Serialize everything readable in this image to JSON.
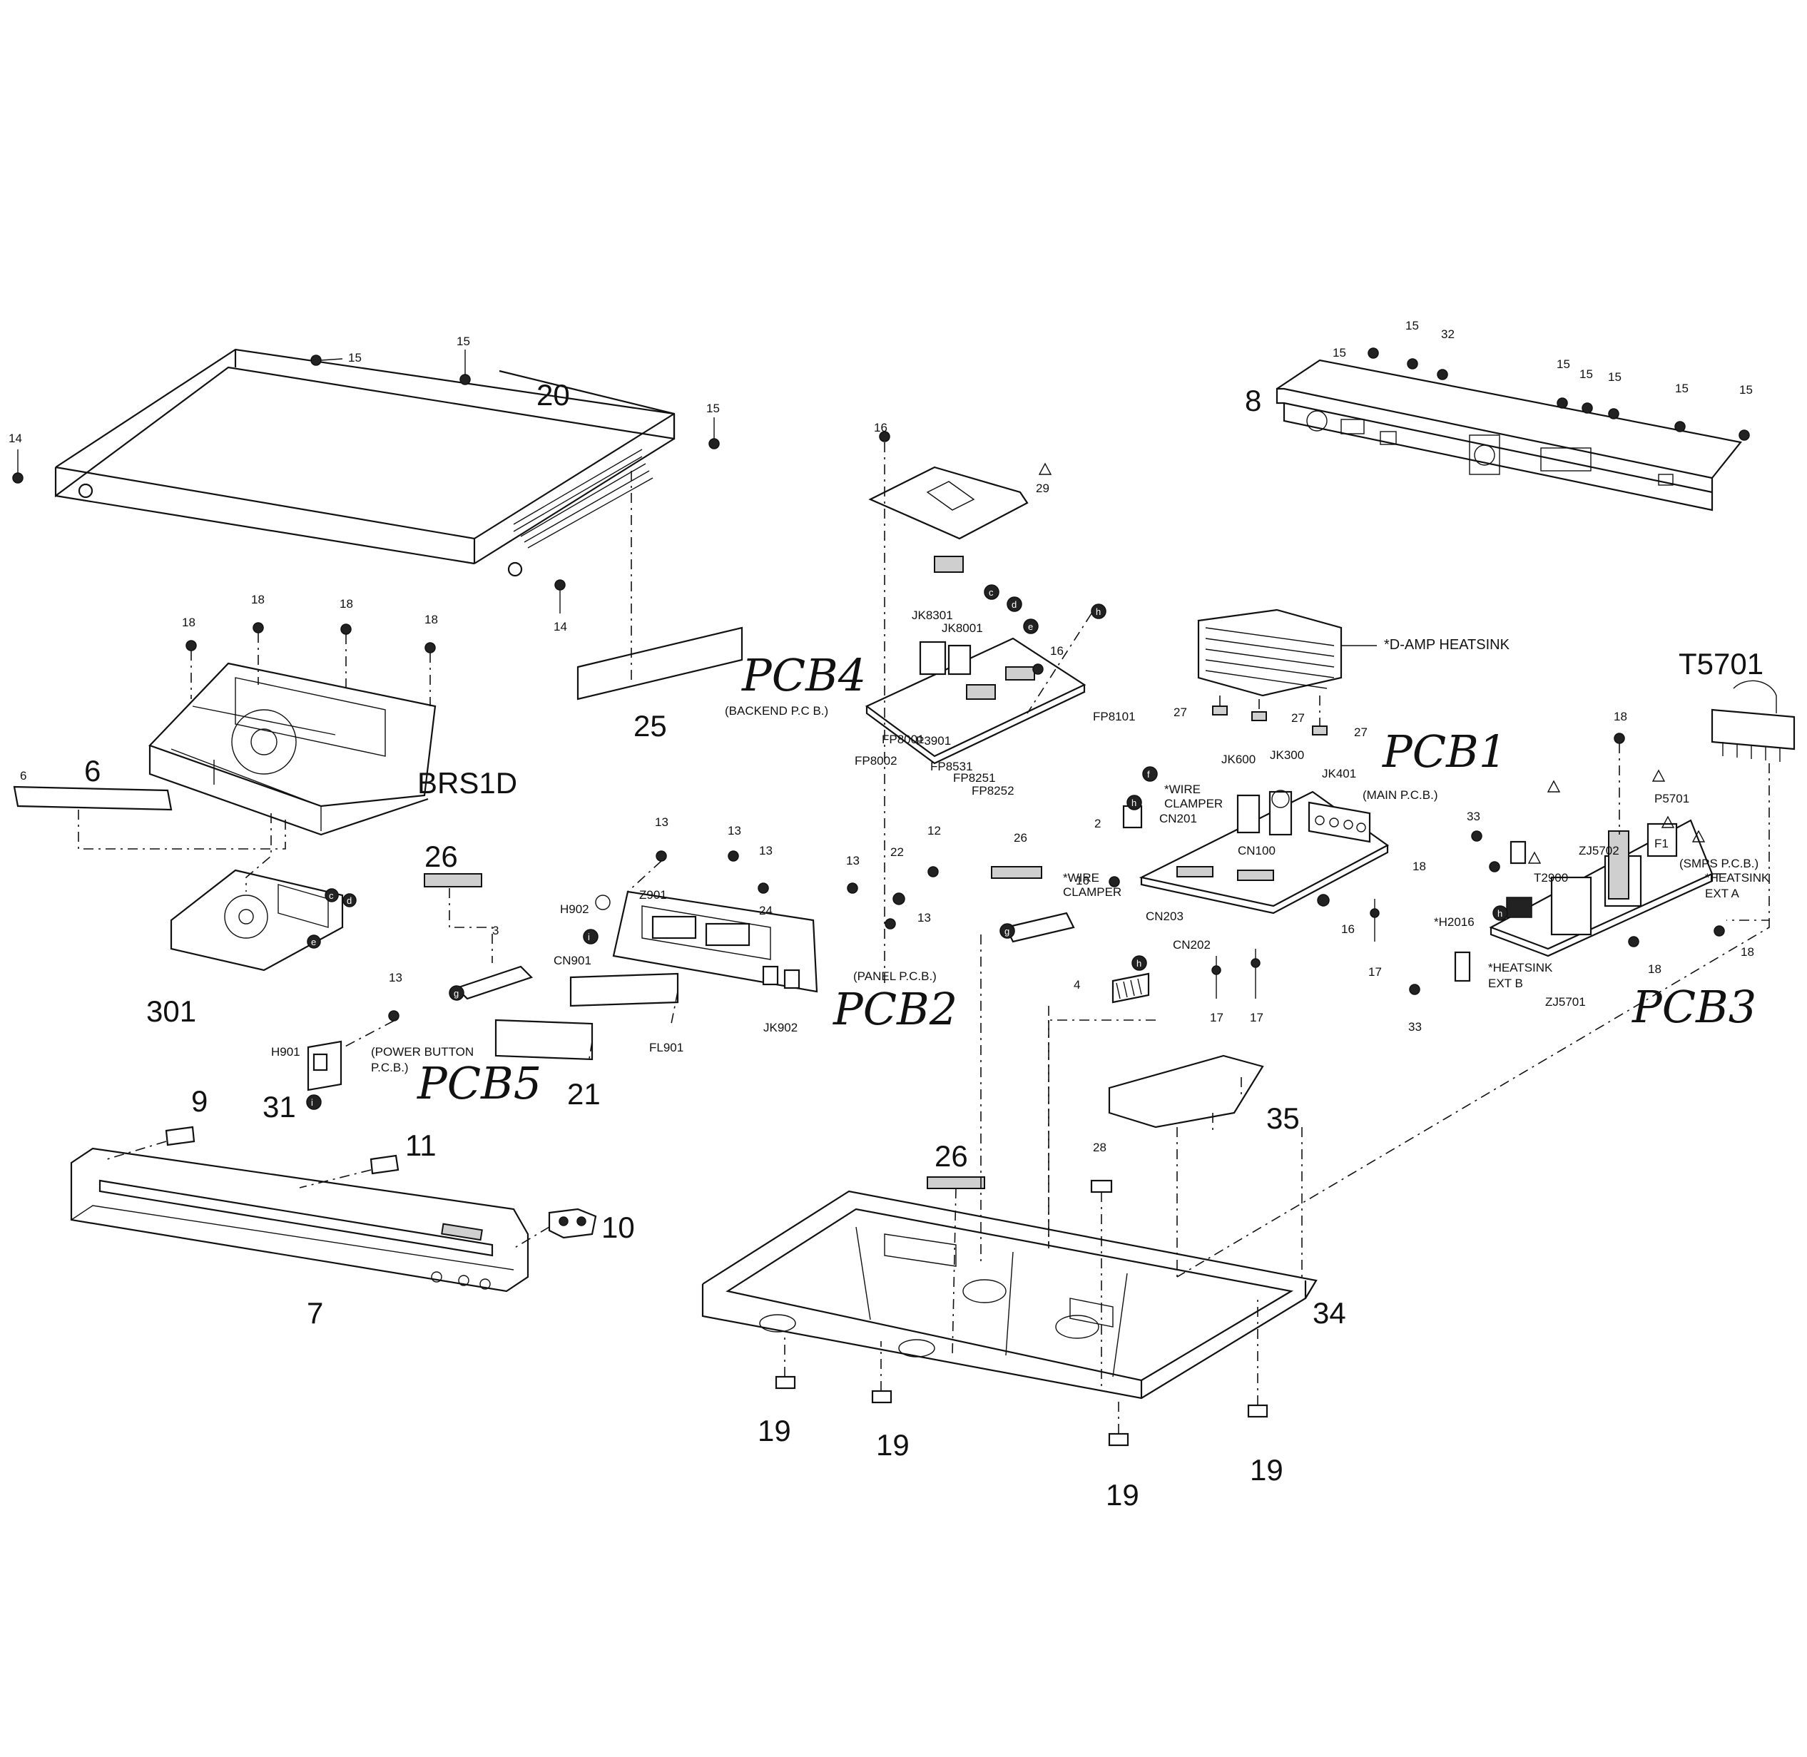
{
  "labels": {
    "top_cover": "20",
    "backend_bracket": "29",
    "rear_panel": "8",
    "heat_sink_caption": "*D-AMP HEATSINK",
    "transformer": "T5701",
    "pcb4": "PCB4",
    "pcb1": "PCB1",
    "pcb2": "PCB2",
    "pcb3": "PCB3",
    "pcb5": "PCB5",
    "brs1d": "BRS1D",
    "n25": "25",
    "n6": "6",
    "n6s": "6",
    "n301": "301",
    "n26a": "26",
    "n26b": "26",
    "n26c": "26",
    "n21": "21",
    "n9": "9",
    "n11": "11",
    "n10": "10",
    "n7": "7",
    "n31": "31",
    "n35": "35",
    "n28": "28",
    "n34": "34",
    "n19a": "19",
    "n19b": "19",
    "n19c": "19",
    "n19d": "19",
    "backend_pcb": "(BACKEND P.C B.)",
    "main_pcb": "(MAIN P.C.B.)",
    "panel_pcb": "(PANEL P.C.B.)",
    "smps_pcb": "(SMPS P.C.B.)",
    "power_button_1": "(POWER BUTTON",
    "power_button_2": "P.C.B.)",
    "wire_clamper_1a": "*WIRE",
    "wire_clamper_1b": "CLAMPER",
    "wire_clamper_2a": "*WIRE",
    "wire_clamper_2b": "CLAMPER",
    "heatsink_ext_a_1": "*HEATSINK",
    "heatsink_ext_a_2": "EXT A",
    "heatsink_ext_b_1": "*HEATSINK",
    "heatsink_ext_b_2": "EXT B",
    "jk8301": "JK8301",
    "jk8001": "JK8001",
    "fp8001": "FP8001",
    "fp8002": "FP8002",
    "p3901": "P3901",
    "fp8531": "FP8531",
    "fp8251": "FP8251",
    "fp8252": "FP8252",
    "fp8101": "FP8101",
    "jk600": "JK600",
    "jk300": "JK300",
    "jk401": "JK401",
    "cn201": "CN201",
    "cn100": "CN100",
    "cn203": "CN203",
    "cn202": "CN202",
    "h902": "H902",
    "z901": "Z901",
    "cn901": "CN901",
    "jk902": "JK902",
    "fl901": "FL901",
    "h901": "H901",
    "zj5702": "ZJ5702",
    "p5701": "P5701",
    "f1": "F1",
    "t2900": "T2900",
    "h2016": "*H2016",
    "zj5701": "ZJ5701"
  },
  "screws": [
    "15",
    "15",
    "15",
    "14",
    "14",
    "16",
    "15",
    "15",
    "32",
    "15",
    "15",
    "15",
    "15",
    "15",
    "18",
    "18",
    "18",
    "18",
    "16",
    "27",
    "27",
    "27",
    "13",
    "13",
    "13",
    "13",
    "22",
    "12",
    "13",
    "24",
    "3",
    "13",
    "2",
    "16",
    "16",
    "17",
    "17",
    "17",
    "4",
    "33",
    "18",
    "18",
    "18",
    "18",
    "33"
  ],
  "markers": [
    "c",
    "d",
    "e",
    "h",
    "f",
    "h",
    "g",
    "h",
    "i",
    "h",
    "c",
    "d",
    "e",
    "g",
    "i"
  ]
}
